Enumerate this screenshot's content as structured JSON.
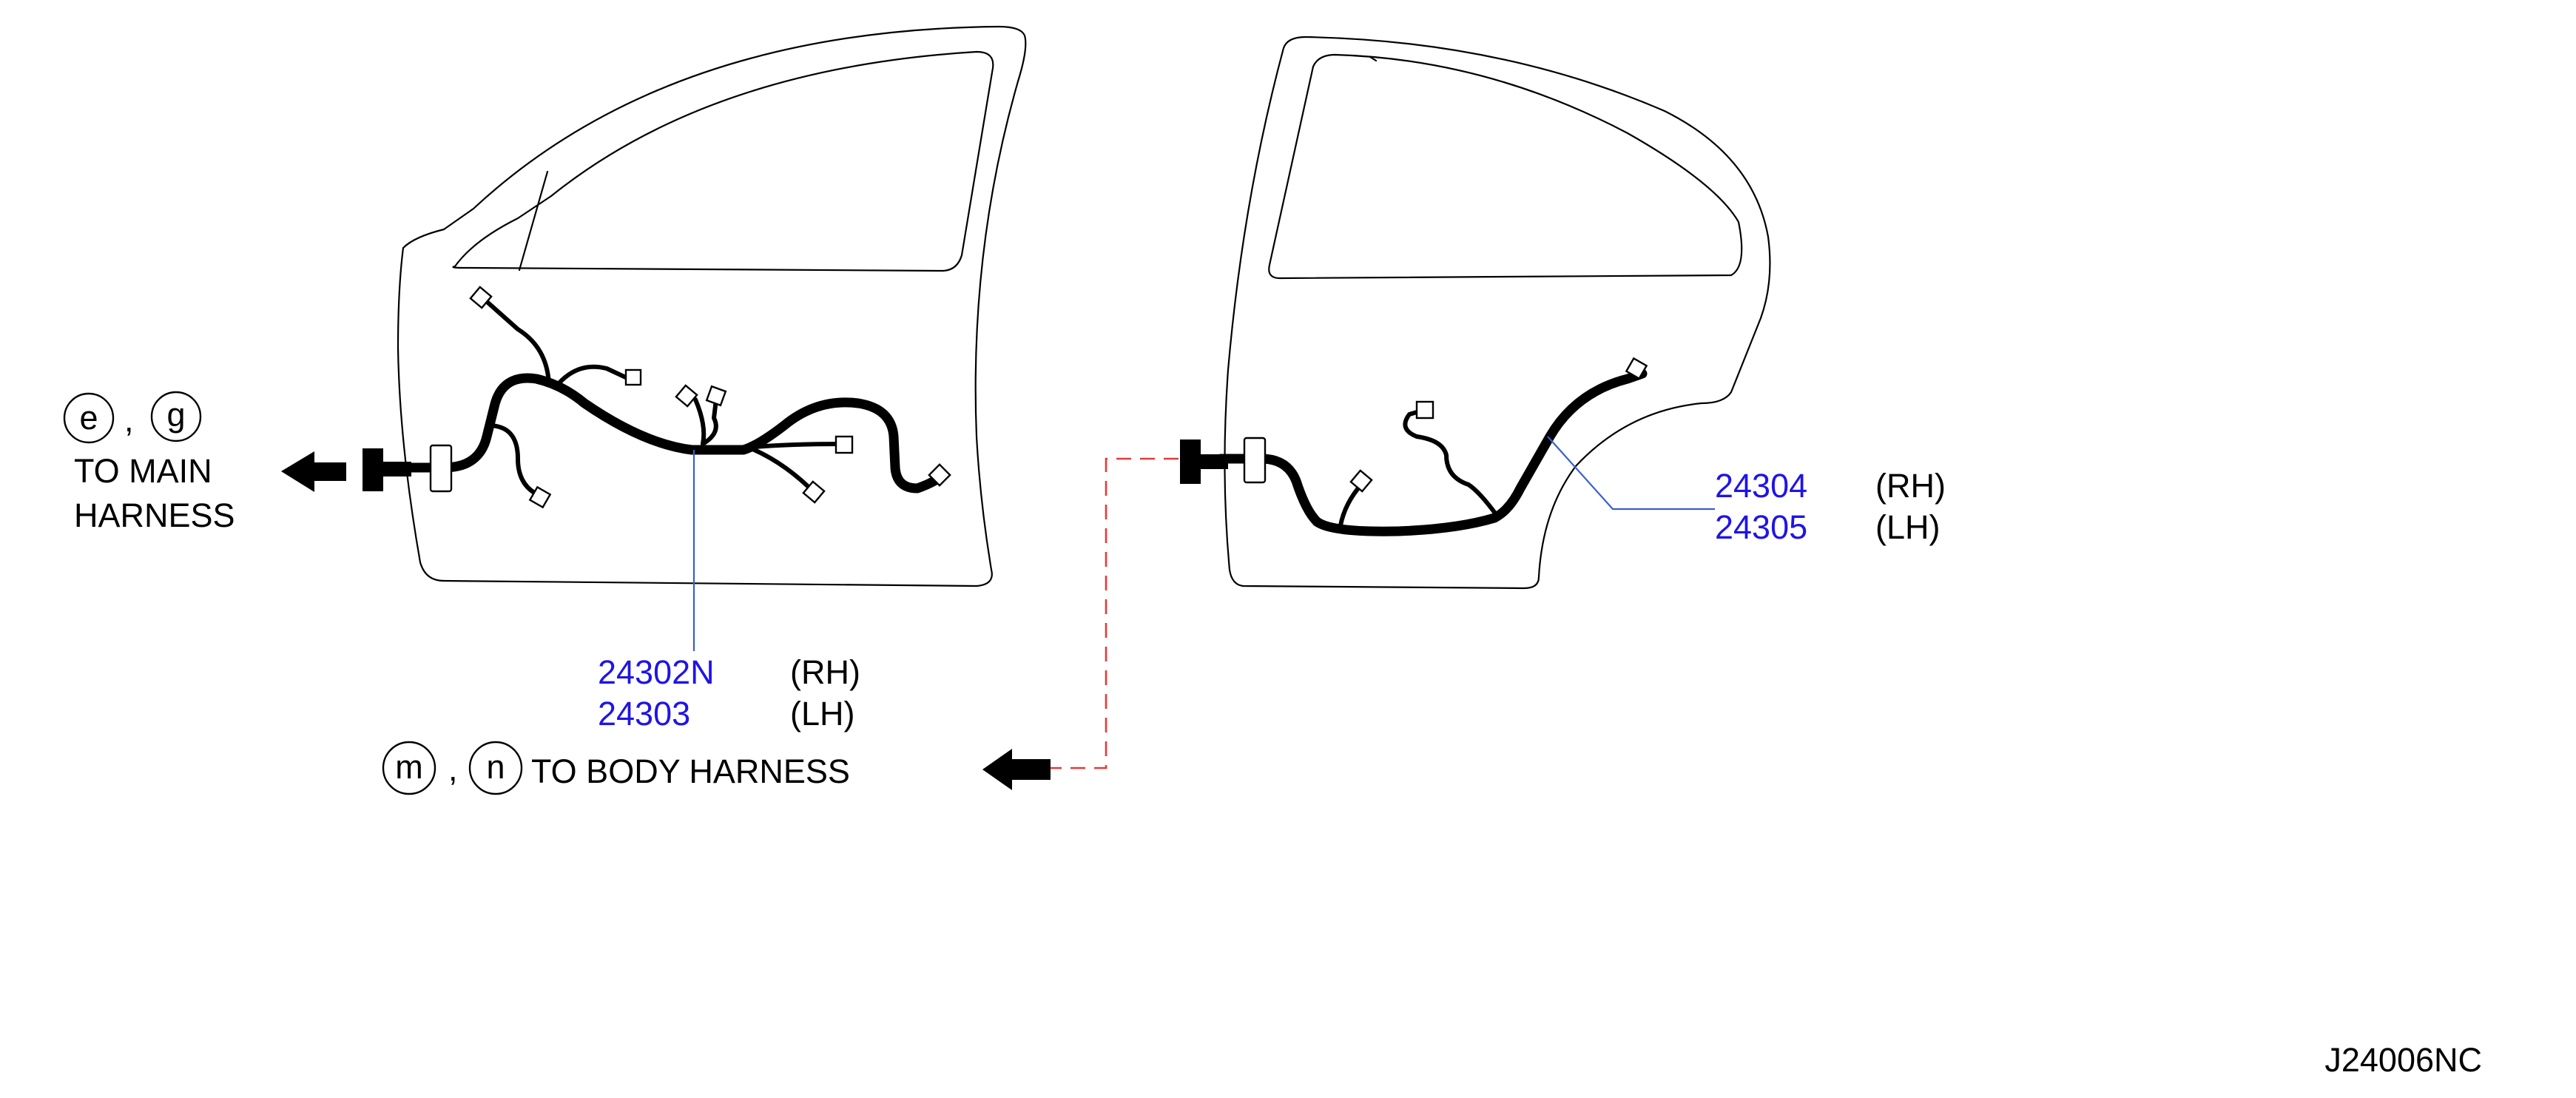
{
  "front_door": {
    "main_circle_1": "e",
    "main_circle_2": "g",
    "main_sep": ",",
    "to_main_line1": "TO  MAIN",
    "to_main_line2": "HARNESS",
    "part_rh": "24302N",
    "part_lh": "24303",
    "rh": "(RH)",
    "lh": "(LH)",
    "body_circle_1": "m",
    "body_circle_2": "n",
    "body_sep": ",",
    "to_body": "TO  BODY  HARNESS"
  },
  "rear_door": {
    "part_rh": "24304",
    "part_lh": "24305",
    "rh": "(RH)",
    "lh": "(LH)"
  },
  "figure_id": "J24006NC",
  "colors": {
    "part_number": "#1f14e6",
    "leader": "#3a5fcd",
    "dashed_link": "#e23b3b",
    "line": "#000000"
  }
}
